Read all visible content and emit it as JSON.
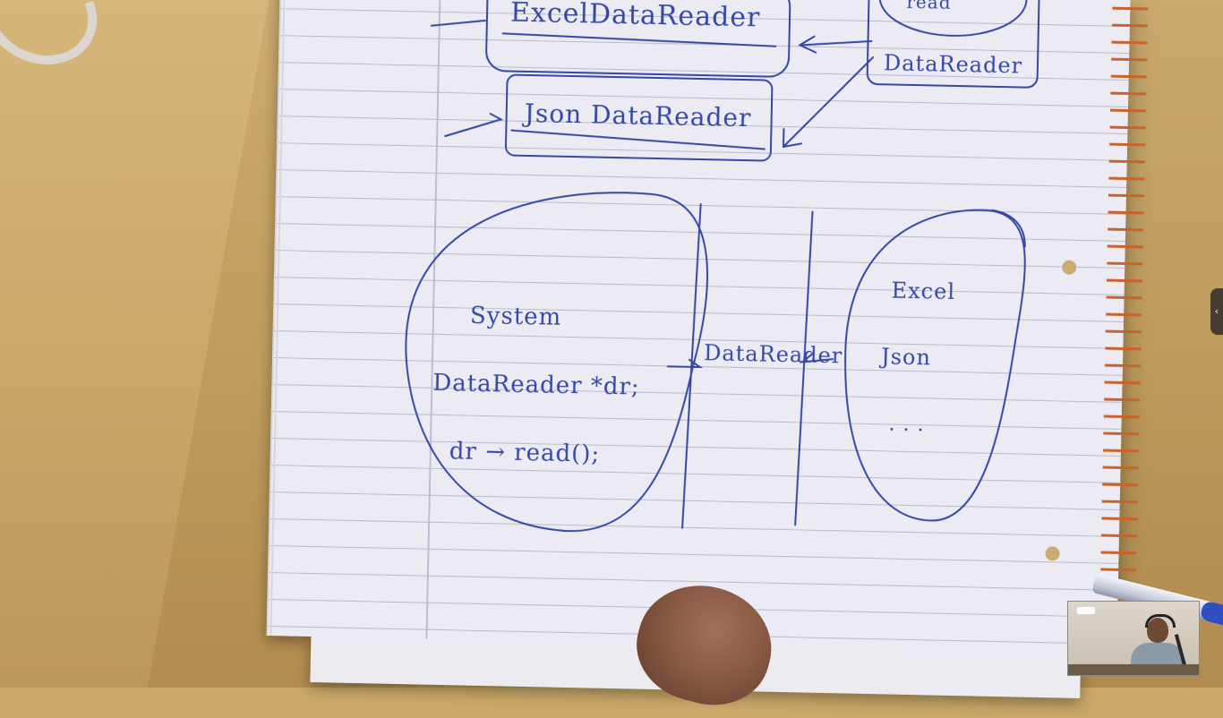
{
  "notes": {
    "top_right_bubble_word": "read",
    "box_excel": "ExcelDataReader",
    "box_json": "Json DataReader",
    "box_interface": "DataReader",
    "system_label": "System",
    "code_line_1": "DataReader *dr;",
    "code_line_2": "dr → read();",
    "middle_label": "DataReader",
    "impl_1": "Excel",
    "impl_2": "Json",
    "impl_3": ". . ."
  },
  "controls": {
    "side_panel_toggle": "‹"
  },
  "colors": {
    "ink": "#3448a6",
    "paper": "#ecebf3",
    "desk": "#c9a868",
    "spiral": "#c8632c"
  }
}
